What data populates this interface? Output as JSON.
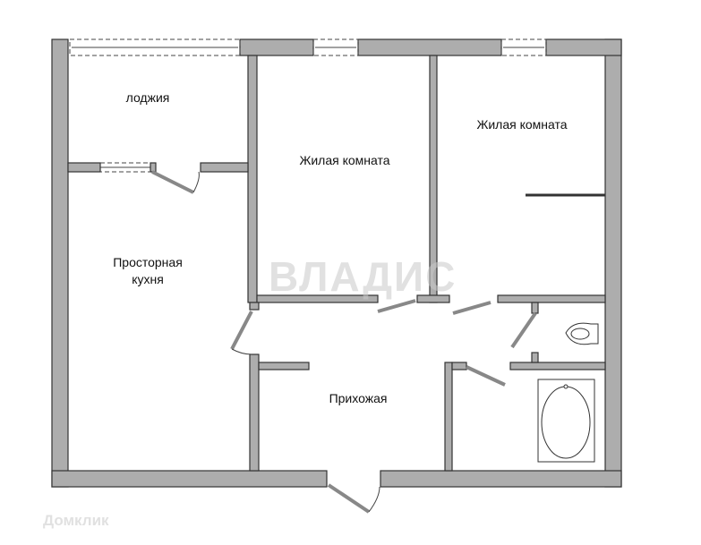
{
  "rooms": {
    "loggia": "лоджия",
    "bedroom1": "Жилая комната",
    "bedroom2": "Жилая комната",
    "kitchen_line1": "Просторная",
    "kitchen_line2": "кухня",
    "hallway": "Прихожая"
  },
  "watermarks": {
    "agency": "ВЛАДИС",
    "platform": "Домклик"
  },
  "colors": {
    "wall": "#adadad",
    "outline": "#333333"
  }
}
